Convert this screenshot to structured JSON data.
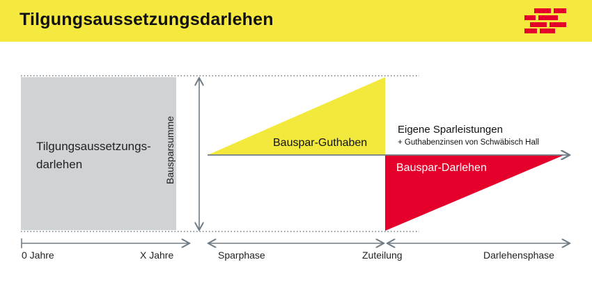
{
  "header": {
    "title": "Tilgungsaussetzungsdarlehen",
    "background_color": "#f5e940",
    "logo_icon": "schwaebisch-hall-bricks-logo",
    "logo_color": "#e4002b"
  },
  "diagram": {
    "box_label_line1": "Tilgungsaussetzungs-",
    "box_label_line2": "darlehen",
    "vertical_axis_label": "Bausparsumme",
    "guthaben_label": "Bauspar-Guthaben",
    "darlehen_label": "Bauspar-Darlehen",
    "annotation_line1": "Eigene Sparleistungen",
    "annotation_line2": "+ Guthabenzinsen von Schwäbisch Hall",
    "colors": {
      "box": "#d0d3d6",
      "guthaben": "#f2e93c",
      "darlehen": "#e4002b",
      "arrow": "#6f7b84"
    }
  },
  "timeline": {
    "start_label": "0 Jahre",
    "end_label_left": "X Jahre",
    "sparphase_label": "Sparphase",
    "zuteilung_label": "Zuteilung",
    "darlehensphase_label": "Darlehensphase"
  }
}
